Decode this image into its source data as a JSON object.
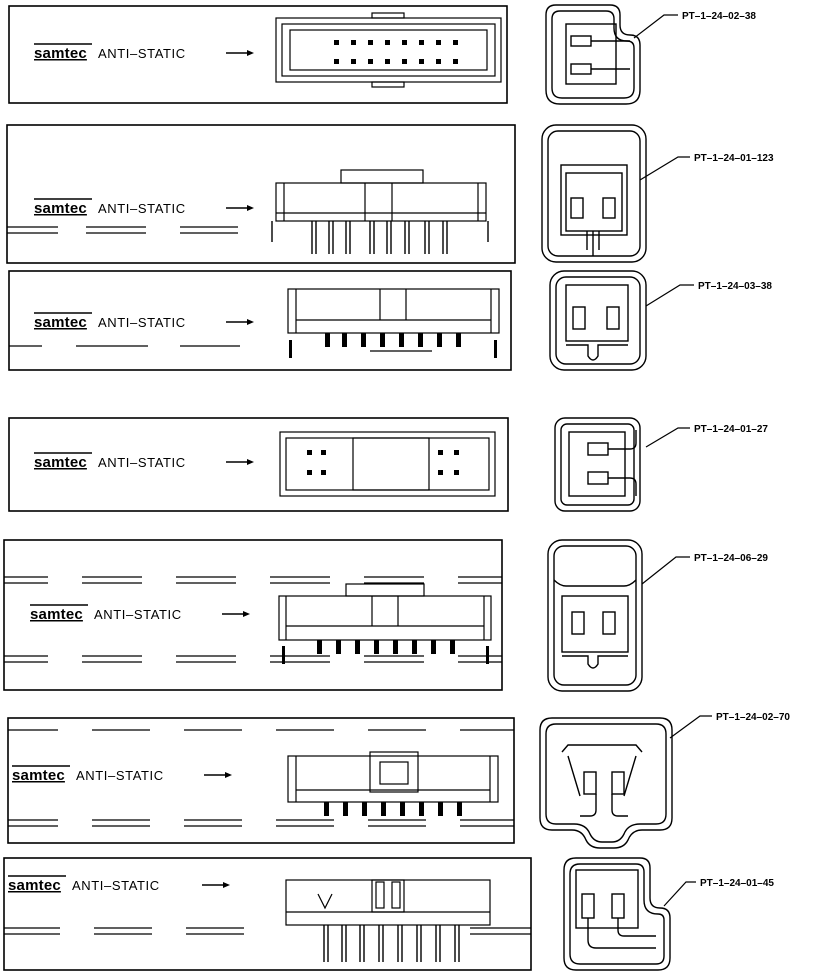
{
  "brand": "samtec",
  "tag": "ANTI–STATIC",
  "callouts": [
    "PT–1–24–02–38",
    "PT–1–24–01–123",
    "PT–1–24–03–38",
    "PT–1–24–01–27",
    "PT–1–24–06–29",
    "PT–1–24–02–70",
    "PT–1–24–01–45"
  ]
}
